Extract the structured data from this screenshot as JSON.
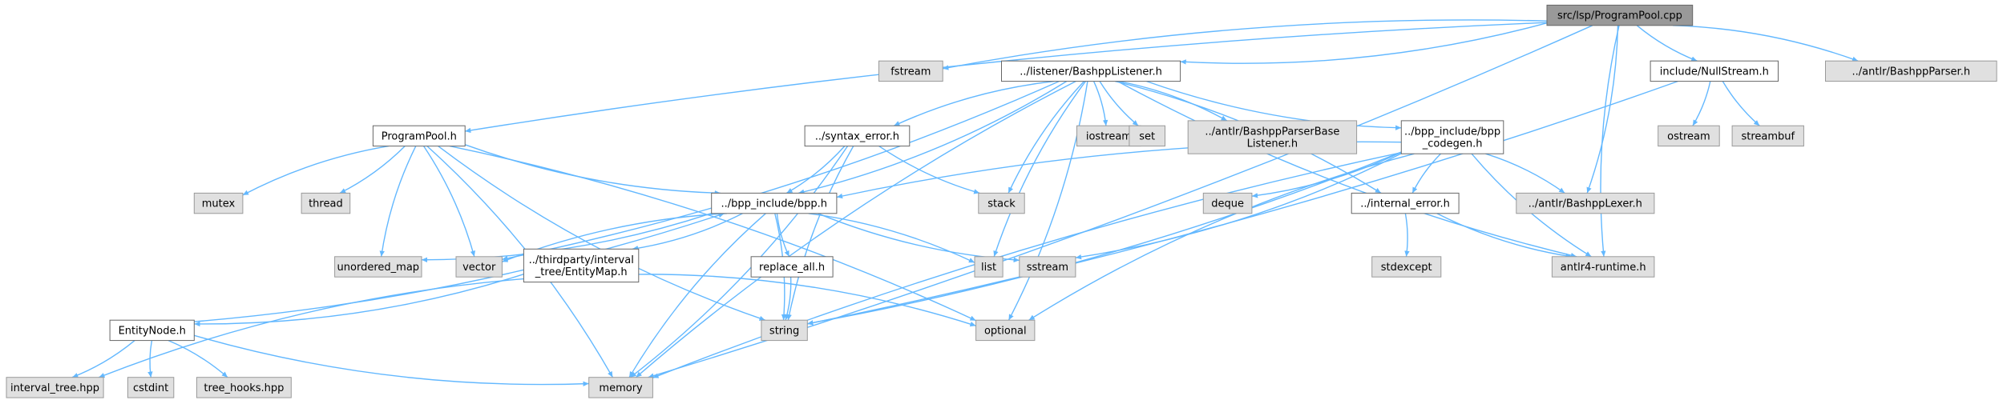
{
  "colors": {
    "root_fill": "#999999",
    "doc_fill": "#ffffff",
    "sys_fill": "#e0e0e0",
    "node_border": "#666666",
    "sys_border": "#999999",
    "edge": "#63b8ff",
    "text": "#000000"
  },
  "graph": {
    "nodes": [
      {
        "id": "root",
        "label": "src/lsp/ProgramPool.cpp",
        "kind": "root"
      },
      {
        "id": "fstream",
        "label": "fstream",
        "kind": "sys"
      },
      {
        "id": "bashlistener",
        "label": "../listener/BashppListener.h",
        "kind": "doc"
      },
      {
        "id": "nullstream",
        "label": "include/NullStream.h",
        "kind": "doc"
      },
      {
        "id": "bashppparser",
        "label": "../antlr/BashppParser.h",
        "kind": "sys"
      },
      {
        "id": "programpool_h",
        "label": "ProgramPool.h",
        "kind": "doc"
      },
      {
        "id": "syntax_error",
        "label": "../syntax_error.h",
        "kind": "doc"
      },
      {
        "id": "iostream",
        "label": "iostream",
        "kind": "sys"
      },
      {
        "id": "set",
        "label": "set",
        "kind": "sys"
      },
      {
        "id": "parserbaselistener",
        "label": [
          "../antlr/BashppParserBase",
          "Listener.h"
        ],
        "kind": "sys"
      },
      {
        "id": "codegen",
        "label": [
          "../bpp_include/bpp",
          "_codegen.h"
        ],
        "kind": "doc"
      },
      {
        "id": "ostream",
        "label": "ostream",
        "kind": "sys"
      },
      {
        "id": "streambuf",
        "label": "streambuf",
        "kind": "sys"
      },
      {
        "id": "mutex",
        "label": "mutex",
        "kind": "sys"
      },
      {
        "id": "thread",
        "label": "thread",
        "kind": "sys"
      },
      {
        "id": "bpp_h",
        "label": "../bpp_include/bpp.h",
        "kind": "doc"
      },
      {
        "id": "stack",
        "label": "stack",
        "kind": "sys"
      },
      {
        "id": "deque",
        "label": "deque",
        "kind": "sys"
      },
      {
        "id": "internal_error",
        "label": "../internal_error.h",
        "kind": "doc"
      },
      {
        "id": "lexer",
        "label": "../antlr/BashppLexer.h",
        "kind": "sys"
      },
      {
        "id": "unordered_map",
        "label": "unordered_map",
        "kind": "sys"
      },
      {
        "id": "vector",
        "label": "vector",
        "kind": "sys"
      },
      {
        "id": "entitymap",
        "label": [
          "../thirdparty/interval",
          "_tree/EntityMap.h"
        ],
        "kind": "doc"
      },
      {
        "id": "replace_all",
        "label": "replace_all.h",
        "kind": "doc"
      },
      {
        "id": "list",
        "label": "list",
        "kind": "sys"
      },
      {
        "id": "sstream",
        "label": "sstream",
        "kind": "sys"
      },
      {
        "id": "stdexcept",
        "label": "stdexcept",
        "kind": "sys"
      },
      {
        "id": "antlr4runtime",
        "label": "antlr4-runtime.h",
        "kind": "sys"
      },
      {
        "id": "entitynode",
        "label": "EntityNode.h",
        "kind": "doc"
      },
      {
        "id": "string",
        "label": "string",
        "kind": "sys"
      },
      {
        "id": "optional",
        "label": "optional",
        "kind": "sys"
      },
      {
        "id": "interval_tree",
        "label": "interval_tree.hpp",
        "kind": "sys"
      },
      {
        "id": "cstdint",
        "label": "cstdint",
        "kind": "sys"
      },
      {
        "id": "tree_hooks",
        "label": "tree_hooks.hpp",
        "kind": "sys"
      },
      {
        "id": "memory",
        "label": "memory",
        "kind": "sys"
      }
    ],
    "edges": [
      [
        "root",
        "fstream"
      ],
      [
        "root",
        "bashlistener"
      ],
      [
        "root",
        "nullstream"
      ],
      [
        "root",
        "bashppparser"
      ],
      [
        "root",
        "programpool_h"
      ],
      [
        "root",
        "lexer"
      ],
      [
        "root",
        "antlr4runtime"
      ],
      [
        "root",
        "memory"
      ],
      [
        "bashlistener",
        "syntax_error"
      ],
      [
        "bashlistener",
        "iostream"
      ],
      [
        "bashlistener",
        "set"
      ],
      [
        "bashlistener",
        "parserbaselistener"
      ],
      [
        "bashlistener",
        "codegen"
      ],
      [
        "bashlistener",
        "bpp_h"
      ],
      [
        "bashlistener",
        "stack"
      ],
      [
        "bashlistener",
        "vector"
      ],
      [
        "bashlistener",
        "list"
      ],
      [
        "bashlistener",
        "internal_error"
      ],
      [
        "bashlistener",
        "antlr4runtime"
      ],
      [
        "bashlistener",
        "optional"
      ],
      [
        "bashlistener",
        "memory"
      ],
      [
        "nullstream",
        "ostream"
      ],
      [
        "nullstream",
        "streambuf"
      ],
      [
        "nullstream",
        "string"
      ],
      [
        "programpool_h",
        "mutex"
      ],
      [
        "programpool_h",
        "thread"
      ],
      [
        "programpool_h",
        "unordered_map"
      ],
      [
        "programpool_h",
        "vector"
      ],
      [
        "programpool_h",
        "bpp_h"
      ],
      [
        "programpool_h",
        "optional"
      ],
      [
        "programpool_h",
        "string"
      ],
      [
        "programpool_h",
        "memory"
      ],
      [
        "syntax_error",
        "stack"
      ],
      [
        "syntax_error",
        "bpp_h"
      ],
      [
        "syntax_error",
        "string"
      ],
      [
        "syntax_error",
        "memory"
      ],
      [
        "codegen",
        "bpp_h"
      ],
      [
        "codegen",
        "deque"
      ],
      [
        "codegen",
        "internal_error"
      ],
      [
        "codegen",
        "lexer"
      ],
      [
        "codegen",
        "antlr4runtime"
      ],
      [
        "codegen",
        "sstream"
      ],
      [
        "codegen",
        "optional"
      ],
      [
        "codegen",
        "string"
      ],
      [
        "codegen",
        "memory"
      ],
      [
        "bpp_h",
        "unordered_map"
      ],
      [
        "bpp_h",
        "vector"
      ],
      [
        "bpp_h",
        "entitymap"
      ],
      [
        "bpp_h",
        "replace_all"
      ],
      [
        "bpp_h",
        "list"
      ],
      [
        "bpp_h",
        "sstream"
      ],
      [
        "bpp_h",
        "string"
      ],
      [
        "bpp_h",
        "memory"
      ],
      [
        "internal_error",
        "stdexcept"
      ],
      [
        "internal_error",
        "antlr4runtime"
      ],
      [
        "entitymap",
        "entitynode"
      ],
      [
        "entitymap",
        "interval_tree"
      ],
      [
        "entitymap",
        "optional"
      ],
      [
        "entitynode",
        "bpp_h"
      ],
      [
        "entitynode",
        "interval_tree"
      ],
      [
        "entitynode",
        "cstdint"
      ],
      [
        "entitynode",
        "tree_hooks"
      ],
      [
        "entitynode",
        "memory"
      ],
      [
        "replace_all",
        "string"
      ]
    ]
  }
}
